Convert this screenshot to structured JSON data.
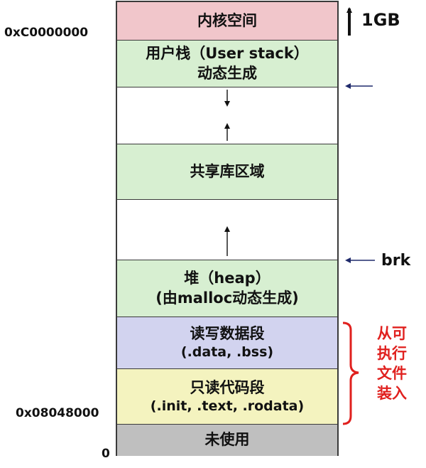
{
  "colors": {
    "kernel": "#f1c6cb",
    "green": "#d7efd1",
    "data": "#d2d3ef",
    "text": "#f4f3bf",
    "unused": "#bfbfbf",
    "bracket": "#e0201e",
    "arrow": "#1f2a6b"
  },
  "segments": [
    {
      "id": "kernel",
      "line1": "内核空间",
      "line2": ""
    },
    {
      "id": "user-stack",
      "line1": "用户栈（User stack）",
      "line2": "动态生成"
    },
    {
      "id": "gap-1",
      "line1": "",
      "line2": ""
    },
    {
      "id": "shared-lib",
      "line1": "共享库区域",
      "line2": ""
    },
    {
      "id": "gap-2",
      "line1": "",
      "line2": ""
    },
    {
      "id": "heap",
      "line1": "堆（heap）",
      "line2": "(由malloc动态生成)"
    },
    {
      "id": "data",
      "line1": "读写数据段",
      "line2": "(.data, .bss)"
    },
    {
      "id": "text",
      "line1": "只读代码段",
      "line2": "(.init, .text, .rodata)"
    },
    {
      "id": "unused",
      "line1": "未使用",
      "line2": ""
    }
  ],
  "addresses": {
    "kernel_start": "0xC0000000",
    "text_start": "0x08048000",
    "zero": "0"
  },
  "labels": {
    "kernel_size": "1GB",
    "brk": "brk",
    "loaded_from_exe": "从可执行文件装入"
  }
}
